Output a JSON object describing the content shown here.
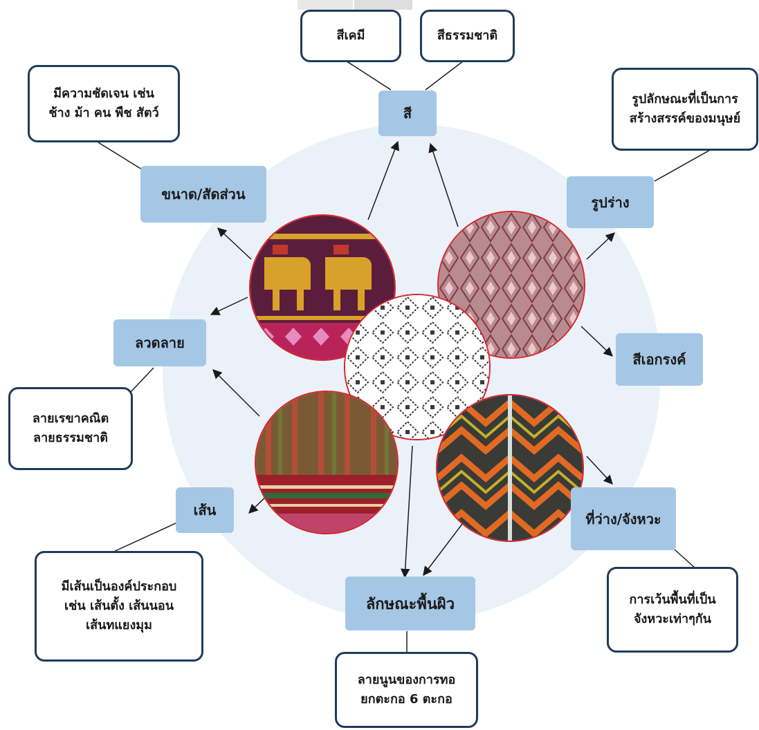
{
  "colors": {
    "background_circle": "#eaf1f9",
    "concept_box": "#a5c7e6",
    "note_border": "#203a5a",
    "fabric_border": "#d7262c",
    "connector": "#1a1a1a"
  },
  "concepts": {
    "color": "สี",
    "shape": "รูปร่าง",
    "unity": "สีเอกรงค์",
    "space_rhythm": "ที่ว่าง/จังหวะ",
    "texture": "ลักษณะพื้นผิว",
    "line": "เส้น",
    "pattern": "ลวดลาย",
    "proportion": "ขนาด/สัดส่วน"
  },
  "notes": {
    "chemical_color": "สีเคมี",
    "natural_color": "สีธรรมชาติ",
    "shape_note": [
      "รูปลักษณะที่เป็นการ",
      "สร้างสรรค์ของมนุษย์"
    ],
    "space_note": [
      "การเว้นพื้นที่เป็น",
      "จังหวะเท่าๆกัน"
    ],
    "texture_note": [
      "ลายนูนของการทอ",
      "ยกตะกอ 6 ตะกอ"
    ],
    "line_note": [
      "มีเส้นเป็นองค์ประกอบ",
      "เช่น เส้นตั้ง เส้นนอน",
      "เส้นทแยงมุม"
    ],
    "pattern_note": [
      "ลายเรขาคณิต",
      "ลายธรรมชาติ"
    ],
    "proportion_note": [
      "มีความชัดเจน เช่น",
      "ช้าง ม้า คน พืช สัตว์"
    ]
  },
  "images": {
    "elephant_fabric": "elephant-motif-fabric",
    "diamond_fabric": "diamond-pattern-fabric",
    "center_fabric": "geometric-center-fabric",
    "plaid_fabric": "striped-plaid-fabric",
    "chevron_fabric": "chevron-pattern-fabric"
  }
}
